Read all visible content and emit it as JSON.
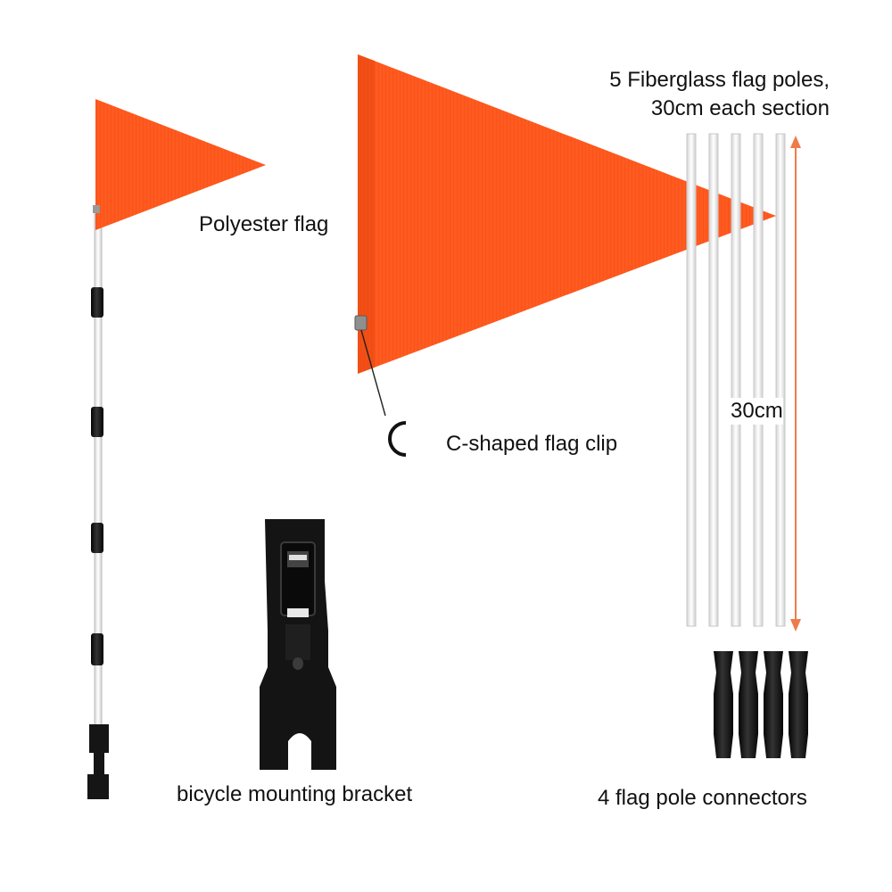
{
  "labels": {
    "polyester_flag": "Polyester flag",
    "poles_line1": "5 Fiberglass flag poles,",
    "poles_line2": "30cm each section",
    "measure": "30cm",
    "clip_letter": "C",
    "clip": "C-shaped flag clip",
    "bracket": "bicycle mounting bracket",
    "connectors": "4 flag pole connectors"
  },
  "colors": {
    "flag": "#ff5a1f",
    "flag_dark": "#f04a12",
    "pole": "#f2f2f2",
    "pole_edge": "#c9c9c9",
    "hardware": "#151515",
    "arrow": "#f07a4a"
  },
  "icons": {
    "clip": "c-clip-icon",
    "bracket": "mounting-bracket-icon",
    "connector": "pole-connector-icon"
  }
}
